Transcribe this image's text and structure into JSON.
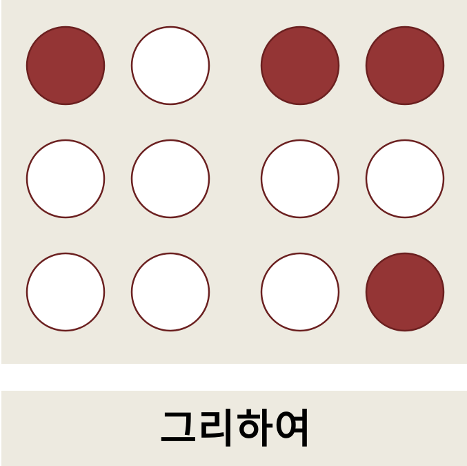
{
  "colors": {
    "panel_background": "#edeae0",
    "dot_filled": "#943535",
    "dot_empty": "#ffffff",
    "dot_stroke": "#6b2020",
    "caption_text": "#000000"
  },
  "braille": {
    "cells": [
      {
        "dots": [
          1,
          0,
          0,
          0,
          0,
          0
        ]
      },
      {
        "dots": [
          1,
          0,
          0,
          1,
          0,
          1
        ]
      }
    ]
  },
  "caption": {
    "text": "그리하여"
  }
}
